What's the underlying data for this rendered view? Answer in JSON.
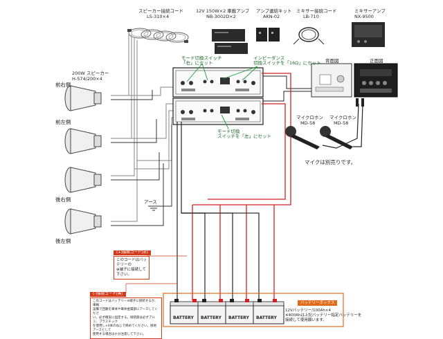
{
  "labels": {
    "speaker_cord": "スピーカー接続コード",
    "speaker_cord_model": "LS-310×4",
    "amp": "12V 150W×2 車載アンプ",
    "amp_model": "NB-3002D×2",
    "link_kit": "アンプ連結キット",
    "link_kit_model": "AKN-02",
    "mixer_cord": "ミキサー接続コード",
    "mixer_cord_model": "LB-710",
    "mixer_amp": "ミキサーアンプ",
    "mixer_amp_model": "NX-9500",
    "speaker_group": "200W スピーカー",
    "speaker_group_model": "H-574/200×4",
    "front_right": "前右側",
    "front_left": "前左側",
    "rear_right": "後右側",
    "rear_left": "後左側",
    "mode_switch_top_1": "モード切換スイッチ",
    "mode_switch_top_2": "「右」にセット",
    "impedance_1": "インピーダンス",
    "impedance_2": "切換スイッチを「16Ω」にセット",
    "mode_switch_bottom_1": "モード切換",
    "mode_switch_bottom_2": "スイッチを「左」にセット",
    "back_panel": "背面図",
    "front_panel": "正面図",
    "mic1": "マイクロホン",
    "mic1_model": "MD-58",
    "mic2": "マイクロホン",
    "mic2_model": "MD-58",
    "mic_note": "マイクは別売りです。",
    "earth": "アース",
    "plus_cord_head": "(+)接続コード(赤)",
    "plus_cord_note_1": "このコードはバッテリーの",
    "plus_cord_note_2": "⊕端子に接続して下さい。",
    "minus_cord_head": "(-)接続コード(黒)",
    "minus_cord_note_1": "このコードはバッテリー⊖端子に接続するか、車輌",
    "minus_cord_note_2": "設備で回路を車体や車体金属部にアースしてくださ",
    "minus_cord_note_3": "い。必ず確実に固定する。接続部は必ずアルミ、プラスチック",
    "minus_cord_note_4": "を使用し×4本のねじで締めてください。接地アースとして",
    "minus_cord_note_5": "使用する場合は十分注意して下さい。",
    "battery_box": "バッテリーボックス",
    "battery_note_1": "12Vバッテリー/100Ah×4",
    "battery_note_2": "※400Ahは上記バッテリー指定バッテリーを",
    "battery_note_3": "接続して使用願います。",
    "battery": "BATTERY"
  },
  "colors": {
    "red_wire": "#d42020",
    "black_wire": "#333333",
    "gray_wire": "#9a9a9a",
    "green_line": "#1a9a3a",
    "accent_orange": "#e06b1a"
  },
  "icons": {
    "speaker": "horn-speaker-icon",
    "amp": "amplifier-icon",
    "mic": "microphone-icon",
    "battery": "battery-icon",
    "earth": "ground-icon"
  }
}
